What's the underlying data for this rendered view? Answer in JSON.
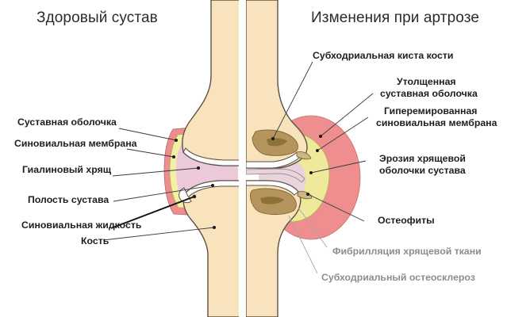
{
  "titles": {
    "healthy": "Здоровый сустав",
    "arthritic": "Изменения при артрозе"
  },
  "labels_left": [
    {
      "id": "articular-capsule",
      "text": "Суставная оболочка"
    },
    {
      "id": "synovial-membrane",
      "text": "Синовиальная мембрана"
    },
    {
      "id": "hyaline-cartilage",
      "text": "Гиалиновый хрящ"
    },
    {
      "id": "joint-cavity",
      "text": "Полость сустава"
    },
    {
      "id": "synovial-fluid",
      "text": "Синовиальная жидкость"
    },
    {
      "id": "bone",
      "text": "Кость"
    }
  ],
  "labels_right": [
    {
      "id": "subchondral-bone-cyst",
      "text": "Субходриальная киста кости",
      "faded": false
    },
    {
      "id": "thickened-capsule-line1",
      "text": "Утолщенная",
      "faded": false
    },
    {
      "id": "thickened-capsule-line2",
      "text": "суставная  оболочка",
      "faded": false
    },
    {
      "id": "hyperemic-membrane-line1",
      "text": "Гиперемированная",
      "faded": false
    },
    {
      "id": "hyperemic-membrane-line2",
      "text": "синовиальная мембрана",
      "faded": false
    },
    {
      "id": "cartilage-erosion-line1",
      "text": "Эрозия хрящевой",
      "faded": false
    },
    {
      "id": "cartilage-erosion-line2",
      "text": "оболочки сустава",
      "faded": false
    },
    {
      "id": "osteophytes",
      "text": "Остеофиты",
      "faded": false
    },
    {
      "id": "cartilage-fibrillation",
      "text": "Фибрилляция хрящевой ткани",
      "faded": true
    },
    {
      "id": "subchondral-osteosclerosis",
      "text": "Субходриальный остеосклероз",
      "faded": true
    }
  ],
  "colors": {
    "bone": "#f8e3bd",
    "bone_outline": "#5d5146",
    "cartilage_white": "#fdfdfb",
    "joint_cavity_pink": "#ecc9d8",
    "capsule_red": "#ef8d8d",
    "capsule_yellow": "#f1edA0",
    "inflamed_halo": "#ee8e8e",
    "thickened_capsule_yellow": "#efe99b",
    "eroded_bone_brown": "#b5955d",
    "eroded_bone_dark": "#8d7138",
    "background": "#ffffff",
    "text_dark": "#1e1e1e",
    "text_faded": "#8d8d8d"
  }
}
